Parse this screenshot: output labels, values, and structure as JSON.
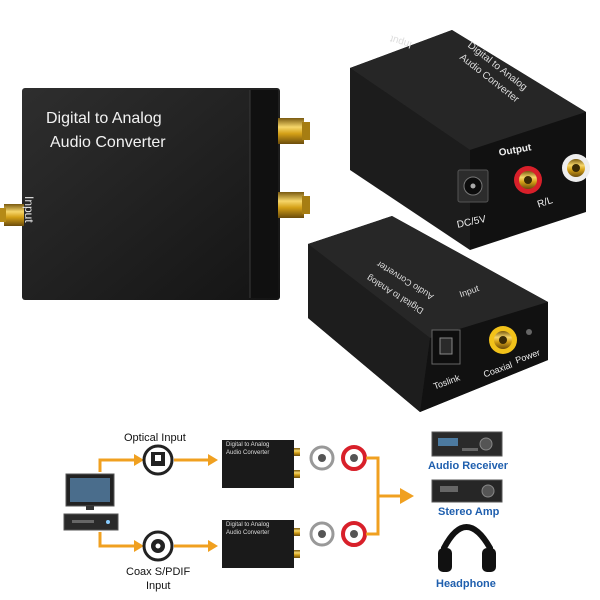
{
  "product_photos": {
    "front_box": {
      "title_line1": "Digital to Analog",
      "title_line2": "Audio Converter",
      "side_label": "Input"
    },
    "rear_box": {
      "title_line1": "Digital to Analog",
      "title_line2": "Audio Converter",
      "top_label": "Input",
      "output_label": "Output",
      "power_label": "DC/5V",
      "channel_label": "R/L"
    },
    "input_box": {
      "title_line1": "Digital to Analog",
      "title_line2": "Audio Converter",
      "top_label": "Input",
      "toslink_label": "Toslink",
      "coaxial_label": "Coaxial",
      "power_label": "Power"
    }
  },
  "diagram": {
    "optical_input_label": "Optical Input",
    "coax_line1": "Coax S/PDIF",
    "coax_line2": "Input",
    "mini_box_line1": "Digital to Analog",
    "mini_box_line2": "Audio Converter",
    "destinations": [
      {
        "label": "Audio Receiver"
      },
      {
        "label": "Stereo Amp"
      },
      {
        "label": "Headphone"
      }
    ],
    "colors": {
      "arrow": "#f0a020",
      "destination_text": "#1f5fae",
      "rca_red": "#d8202a",
      "gold": "#d4a017"
    }
  }
}
